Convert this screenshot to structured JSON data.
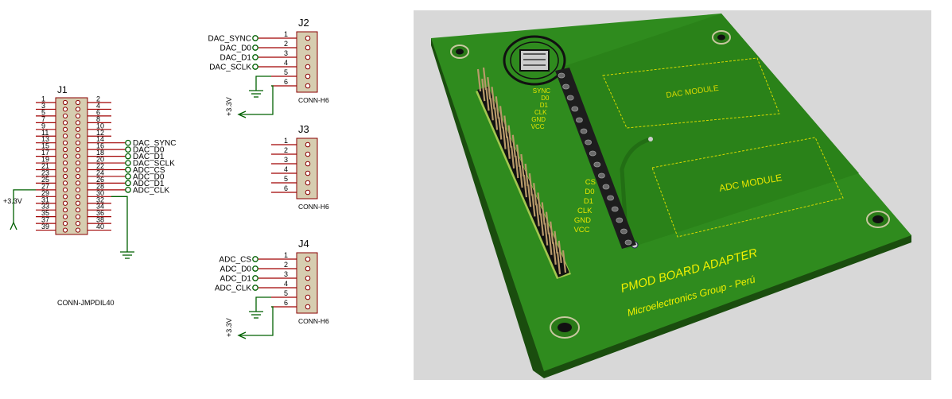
{
  "schematic": {
    "j1": {
      "ref": "J1",
      "part": "CONN-JMPDIL40",
      "pins_left": [
        "1",
        "3",
        "5",
        "7",
        "9",
        "11",
        "13",
        "15",
        "17",
        "19",
        "21",
        "23",
        "25",
        "27",
        "29",
        "31",
        "33",
        "35",
        "37",
        "39"
      ],
      "pins_right": [
        "2",
        "4",
        "6",
        "8",
        "10",
        "12",
        "14",
        "16",
        "18",
        "20",
        "22",
        "24",
        "26",
        "28",
        "30",
        "32",
        "34",
        "36",
        "38",
        "40"
      ],
      "net_labels": [
        "DAC_SYNC",
        "DAC_D0",
        "DAC_D1",
        "DAC_SCLK",
        "ADC_CS",
        "ADC_D0",
        "ADC_D1",
        "ADC_CLK"
      ],
      "power_label": "+3.3V"
    },
    "j2": {
      "ref": "J2",
      "part": "CONN-H6",
      "pins": [
        "1",
        "2",
        "3",
        "4",
        "5",
        "6"
      ],
      "net_labels": [
        "DAC_SYNC",
        "DAC_D0",
        "DAC_D1",
        "DAC_SCLK"
      ],
      "power_label": "+3.3V"
    },
    "j3": {
      "ref": "J3",
      "part": "CONN-H6",
      "pins": [
        "1",
        "2",
        "3",
        "4",
        "5",
        "6"
      ]
    },
    "j4": {
      "ref": "J4",
      "part": "CONN-H6",
      "pins": [
        "1",
        "2",
        "3",
        "4",
        "5",
        "6"
      ],
      "net_labels": [
        "ADC_CS",
        "ADC_D0",
        "ADC_D1",
        "ADC_CLK"
      ],
      "power_label": "+3.3V"
    }
  },
  "board": {
    "dac_module": "DAC MODULE",
    "adc_module": "ADC MODULE",
    "top_pins": [
      "SYNC",
      "D0",
      "D1",
      "CLK",
      "GND",
      "VCC"
    ],
    "bottom_pins": [
      "CS",
      "D0",
      "D1",
      "CLK",
      "GND",
      "VCC"
    ],
    "title": "PMOD BOARD ADAPTER",
    "subtitle": "Microelectronics Group - Perú",
    "colors": {
      "pcb": "#2e8a1c",
      "pcb_edge": "#1c5a10",
      "silk": "#e8e800",
      "header": "#222222",
      "pin": "#b89a6a"
    }
  }
}
